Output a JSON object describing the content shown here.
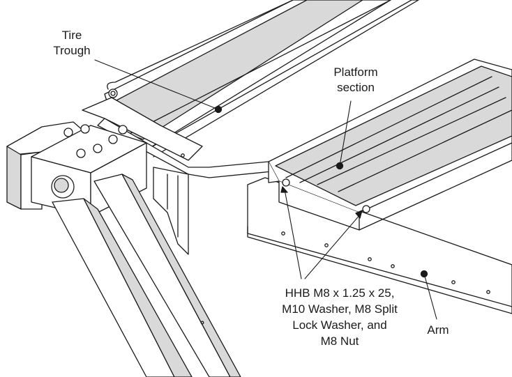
{
  "callouts": {
    "tire_trough": {
      "lines": [
        "Tire",
        "Trough"
      ]
    },
    "platform_section": {
      "lines": [
        "Platform",
        "section"
      ]
    },
    "hardware": {
      "lines": [
        "HHB M8 x 1.25 x 25,",
        "M10 Washer, M8 Split",
        "Lock Washer, and",
        "M8 Nut"
      ]
    },
    "arm": {
      "lines": [
        "Arm"
      ]
    }
  },
  "colors": {
    "outline": "#1a1a1a",
    "shade": "#d9d9d9",
    "paper": "#ffffff"
  }
}
